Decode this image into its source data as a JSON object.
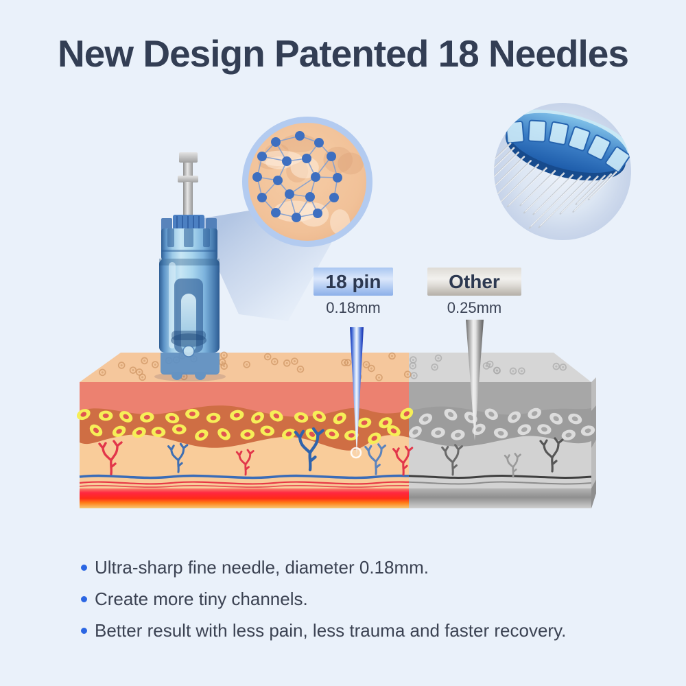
{
  "title": "New Design Patented 18 Needles",
  "comparison": {
    "new": {
      "label": "18 pin",
      "diameter": "0.18mm"
    },
    "other": {
      "label": "Other",
      "diameter": "0.25mm"
    }
  },
  "features": {
    "items": [
      "Ultra-sharp fine needle, diameter 0.18mm.",
      "Create more tiny channels.",
      "Better result with less pain, less trauma and faster recovery."
    ]
  },
  "icons": {
    "cartridge": "microneedle-cartridge-illustration",
    "magnifier": "needle-pattern-magnifier",
    "photo": "needle-tip-closeup-photo",
    "skin": "skin-cross-section-comparison",
    "bullet": "bullet-dot-icon"
  },
  "colors": {
    "background": "#eaf1fa",
    "title_text": "#333e54",
    "body_text": "#3b4252",
    "bullet_dot": "#2b66e3",
    "pin_box_blue": "#8bafe9",
    "other_box_gray": "#b4afa7",
    "needle_blue": "#2e4ec8",
    "needle_gray": "#9c9c9c",
    "skin_salmon": "#ec8170",
    "skin_band": "#cf6e44",
    "cell_yellow": "#f6ee58",
    "cell_core_red": "#df5450",
    "vessel_red": "#e2364a",
    "vessel_blue": "#2f63ac",
    "gray_side": "#a8a8a8",
    "magnifier_ring": "#b3cbf0",
    "needle_dot_blue": "#3e6fc0"
  }
}
